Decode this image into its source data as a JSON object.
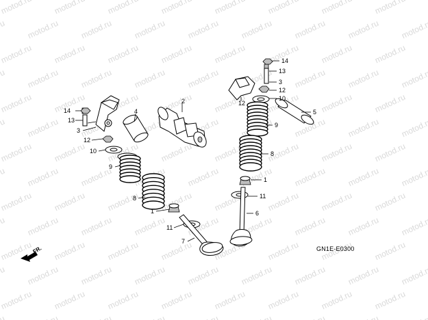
{
  "watermark": "motod.ru",
  "reference_code": "GN1E-E0300",
  "direction_label": "FR.",
  "callouts": {
    "c1a": "1",
    "c1b": "1",
    "c2": "2",
    "c3a": "3",
    "c3b": "3",
    "c4": "4",
    "c5": "5",
    "c6": "6",
    "c7": "7",
    "c8a": "8",
    "c8b": "8",
    "c9a": "9",
    "c9b": "9",
    "c10a": "10",
    "c10b": "10",
    "c11a": "11",
    "c11b": "11",
    "c12a": "12",
    "c12b": "12",
    "c12c": "12",
    "c13a": "13",
    "c13b": "13",
    "c14a": "14",
    "c14b": "14"
  }
}
